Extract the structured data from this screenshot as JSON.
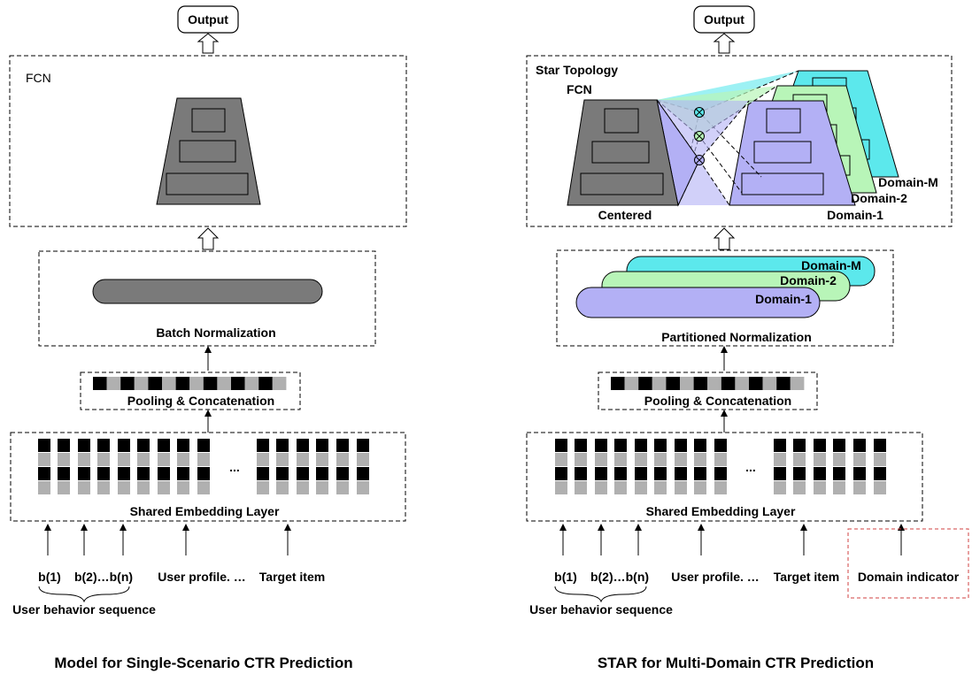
{
  "left": {
    "output": "Output",
    "fcn_label": "FCN",
    "norm_label": "Batch Normalization",
    "pooling_label": "Pooling & Concatenation",
    "embedding_label": "Shared Embedding Layer",
    "ellipsis": "...",
    "inputs": [
      "b(1)",
      "b(2)…b(n)",
      "User profile. …",
      "Target item"
    ],
    "behavior_label": "User behavior sequence",
    "caption": "Model for Single-Scenario CTR Prediction"
  },
  "right": {
    "output": "Output",
    "star_label": "Star Topology",
    "fcn_label": "FCN",
    "centered_label": "Centered",
    "domain_labels": [
      "Domain-M",
      "Domain-2",
      "Domain-1"
    ],
    "norm_domains": [
      "Domain-M",
      "Domain-2",
      "Domain-1"
    ],
    "norm_label": "Partitioned Normalization",
    "pooling_label": "Pooling & Concatenation",
    "embedding_label": "Shared Embedding Layer",
    "ellipsis": "...",
    "inputs": [
      "b(1)",
      "b(2)…b(n)",
      "User profile. …",
      "Target item"
    ],
    "domain_indicator": "Domain indicator",
    "behavior_label": "User behavior sequence",
    "caption": "STAR for Multi-Domain CTR Prediction"
  },
  "colors": {
    "fcn_gray": "#7a7a7a",
    "domain_cyan": "#5ce8ec",
    "domain_green": "#b8f5b8",
    "domain_purple": "#b3b0f5",
    "indicator_border": "#d04040"
  }
}
